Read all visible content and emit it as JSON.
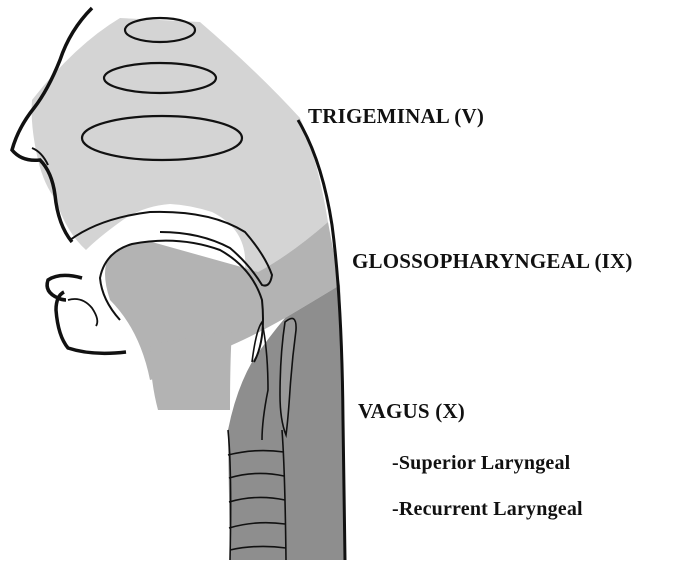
{
  "labels": {
    "trigeminal": "TRIGEMINAL (V)",
    "glossopharyngeal": "GLOSSOPHARYNGEAL (IX)",
    "vagus": "VAGUS (X)",
    "superior_laryngeal": "-Superior Laryngeal",
    "recurrent_laryngeal": "-Recurrent Laryngeal"
  },
  "regions": [
    {
      "name": "trigeminal-region",
      "color": "#d4d4d4"
    },
    {
      "name": "glossopharyngeal-region",
      "color": "#b3b3b3"
    },
    {
      "name": "vagus-region",
      "color": "#8e8e8e"
    }
  ],
  "colors": {
    "outline": "#111111",
    "background": "#ffffff"
  }
}
